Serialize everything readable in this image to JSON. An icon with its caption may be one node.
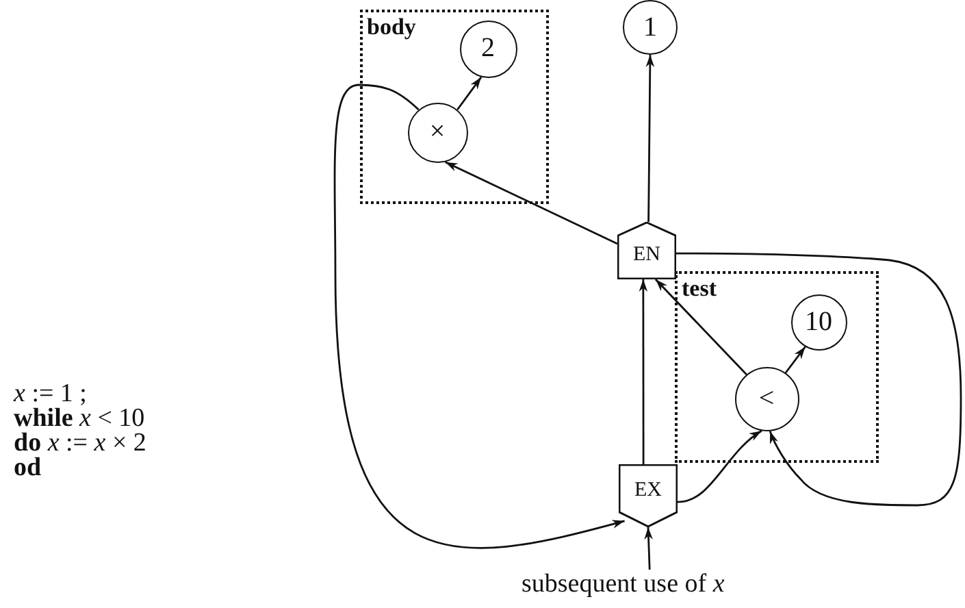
{
  "diagram": {
    "nodes": [
      {
        "text": [
          "body"
        ]
      },
      {
        "text": [
          "×"
        ],
        "in": 0
      },
      {
        "text": [
          "2"
        ],
        "in": 0
      },
      {
        "text": [
          "1"
        ]
      },
      {
        "text": [
          "EN"
        ]
      },
      {
        "text": [
          "test"
        ]
      },
      {
        "text": [
          "<"
        ],
        "in": 5
      },
      {
        "text": [
          "10"
        ],
        "in": 5
      },
      {
        "text": [
          "EX"
        ]
      },
      {
        "text": [
          "subsequent use of *x*"
        ]
      }
    ],
    "edges": [
      {
        "from": 4,
        "to": 1,
        "arrow": "to"
      },
      {
        "from": 1,
        "to": 2,
        "arrow": "to"
      },
      {
        "from": 4,
        "to": 3,
        "arrow": "to"
      },
      {
        "from": 8,
        "to": 4,
        "arrow": "to"
      },
      {
        "from": 8,
        "to": 6,
        "arrow": "to"
      },
      {
        "from": 6,
        "to": 4,
        "arrow": "to"
      },
      {
        "from": 6,
        "to": 7,
        "arrow": "to"
      },
      {
        "from": 4,
        "to": 6,
        "arrow": "to"
      },
      {
        "from": 1,
        "to": 8,
        "arrow": "to"
      },
      {
        "from": 9,
        "to": 8,
        "arrow": "to"
      }
    ],
    "labels": [
      "*x* := 1 ;",
      "**while** *x* < 10",
      "**do** *x* := *x* × 2",
      "od"
    ]
  }
}
